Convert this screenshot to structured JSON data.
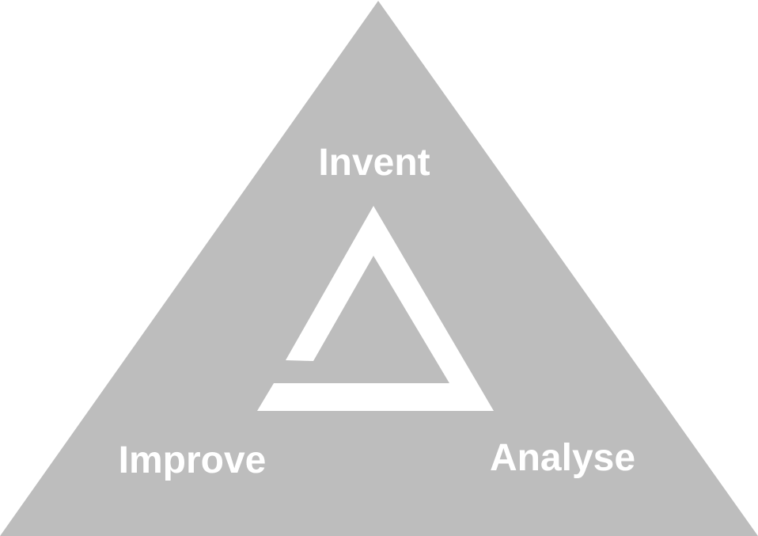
{
  "colors": {
    "background": "#ffffff",
    "triangle_fill": "#bdbdbd",
    "label_color": "#ffffff",
    "cycle_symbol": "#ffffff"
  },
  "labels": {
    "top": "Invent",
    "bottom_left": "Improve",
    "bottom_right": "Analyse"
  }
}
